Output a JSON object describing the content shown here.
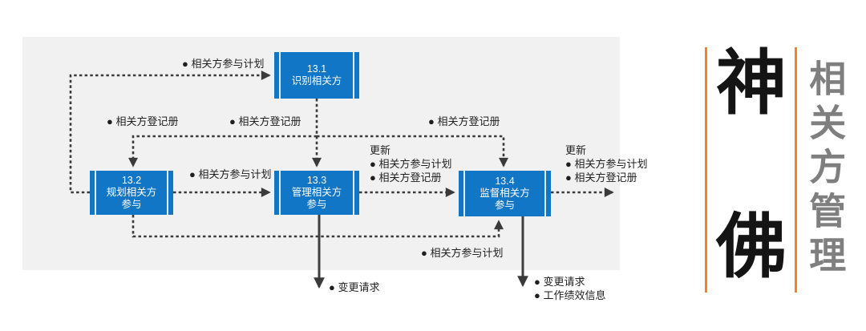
{
  "diagram": {
    "boxes": [
      {
        "num": "13.1",
        "name": "识别相关方"
      },
      {
        "num": "13.2",
        "name": "规划相关方",
        "name2": "参与"
      },
      {
        "num": "13.3",
        "name": "管理相关方",
        "name2": "参与"
      },
      {
        "num": "13.4",
        "name": "监督相关方",
        "name2": "参与"
      }
    ],
    "labels": {
      "engagement_plan_to_131": "● 相关方参与计划",
      "register_to_132": "● 相关方登记册",
      "register_to_133": "● 相关方登记册",
      "register_to_134": "● 相关方登记册",
      "engagement_plan_132_to_133": "● 相关方参与计划",
      "updates_133": {
        "title": "更新",
        "item1": "● 相关方参与计划",
        "item2": "● 相关方登记册"
      },
      "updates_134": {
        "title": "更新",
        "item1": "● 相关方参与计划",
        "item2": "● 相关方登记册"
      },
      "engagement_plan_to_134_bottom": "● 相关方参与计划",
      "change_requests_133": "● 变更请求",
      "outputs_134_bottom": {
        "item1": "● 变更请求",
        "item2": "● 工作绩效信息"
      }
    }
  },
  "sidebar": {
    "brand_char_top": "神",
    "brand_char_bottom": "佛",
    "vertical_title": "相关方管理"
  },
  "colors": {
    "process_box_blue": "#1276c6",
    "panel_background_gray": "#f1f1f1",
    "connector_dark_gray": "#3a3a3a",
    "accent_orange": "#f8821f",
    "vertical_title_gray": "#7f7f7f"
  }
}
